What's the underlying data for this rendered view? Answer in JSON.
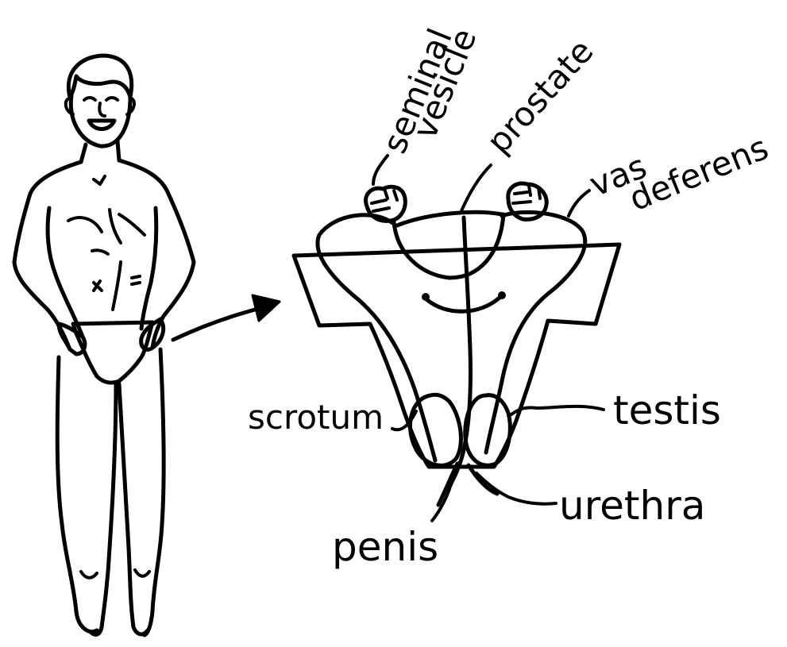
{
  "diagram": {
    "labels": {
      "seminal_line1": "seminal",
      "seminal_line2": "vesicle",
      "prostate": "prostate",
      "vas_line1": "vas",
      "vas_line2": "deferens",
      "scrotum": "scrotum",
      "testis": "testis",
      "urethra": "urethra",
      "penis": "penis"
    },
    "colors": {
      "ink": "#000000",
      "background": "#ffffff"
    }
  }
}
